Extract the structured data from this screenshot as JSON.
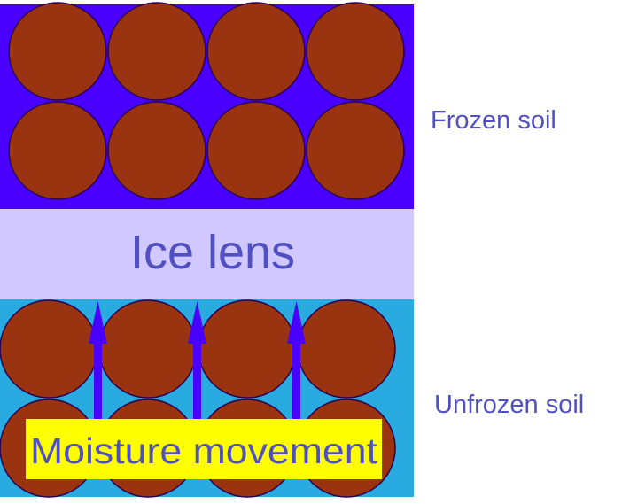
{
  "labels": {
    "ice_lens": "Ice lens",
    "frozen_soil": "Frozen soil",
    "unfrozen_soil": "Unfrozen soil",
    "moisture_movement": "Moisture movement"
  },
  "colors": {
    "frozen_layer": "#4a00ff",
    "ice_lens_layer": "#d0c8ff",
    "unfrozen_layer": "#29abe2",
    "soil_particle": "#993310",
    "particle_outline": "#2a0050",
    "arrow": "#4a00ff",
    "label_highlight": "#ffff00",
    "text": "#5050c0"
  }
}
